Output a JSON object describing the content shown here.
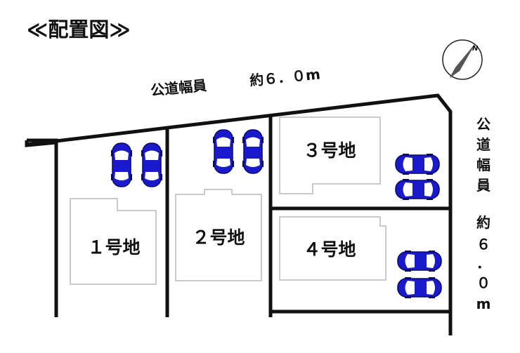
{
  "title": "≪配置図≫",
  "compass": {
    "north_label": "N"
  },
  "road_top": {
    "name": "公道幅員",
    "width": "約６．０m"
  },
  "road_right": {
    "chars": [
      "公",
      "道",
      "幅",
      "員",
      "約",
      "６",
      "．",
      "０",
      "m"
    ]
  },
  "lots": [
    {
      "label": "１号地"
    },
    {
      "label": "２号地"
    },
    {
      "label": "３号地"
    },
    {
      "label": "４号地"
    }
  ],
  "colors": {
    "boundary": "#111111",
    "building_outline": "#b8b8b8",
    "car_body": "#1a1acc",
    "car_glass": "#ffffff"
  }
}
